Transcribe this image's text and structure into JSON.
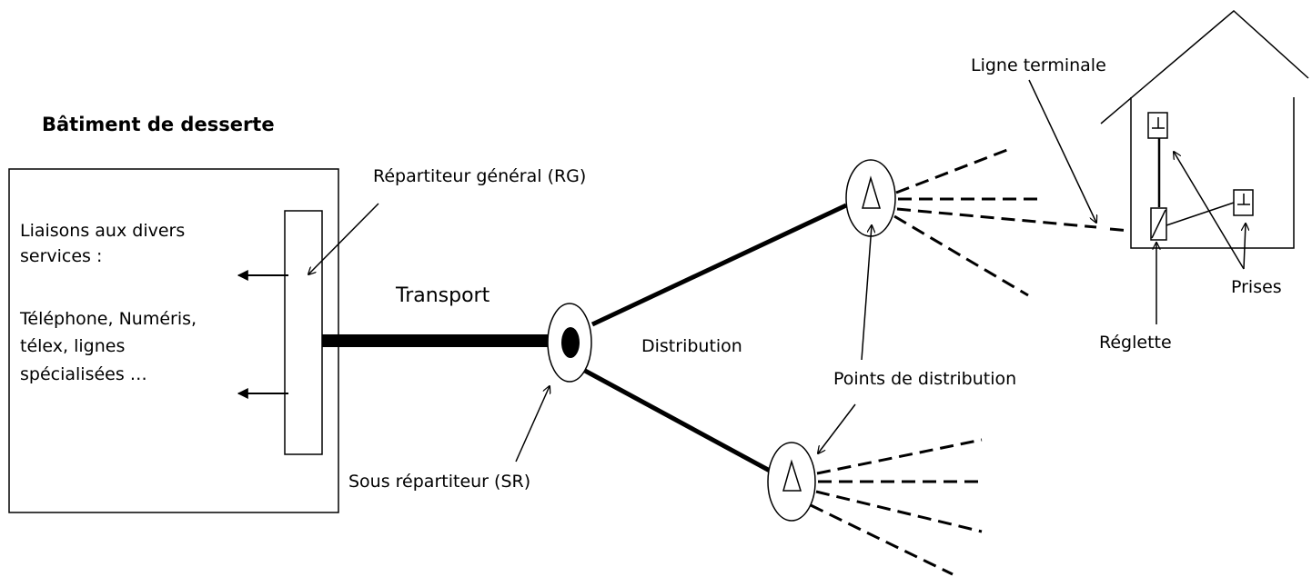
{
  "labels": {
    "building": "Bâtiment de desserte",
    "rg": "Répartiteur général (RG)",
    "links_line1": "Liaisons aux divers",
    "links_line2": "services :",
    "services_line1": "Téléphone, Numéris,",
    "services_line2": "télex, lignes",
    "services_line3": "spécialisées …",
    "transport": "Transport",
    "sr": "Sous répartiteur (SR)",
    "distribution": "Distribution",
    "points": "Points de distribution",
    "terminal": "Ligne terminale",
    "reglette": "Réglette",
    "prises": "Prises"
  },
  "colors": {
    "ink": "#000000",
    "background": "#ffffff"
  }
}
